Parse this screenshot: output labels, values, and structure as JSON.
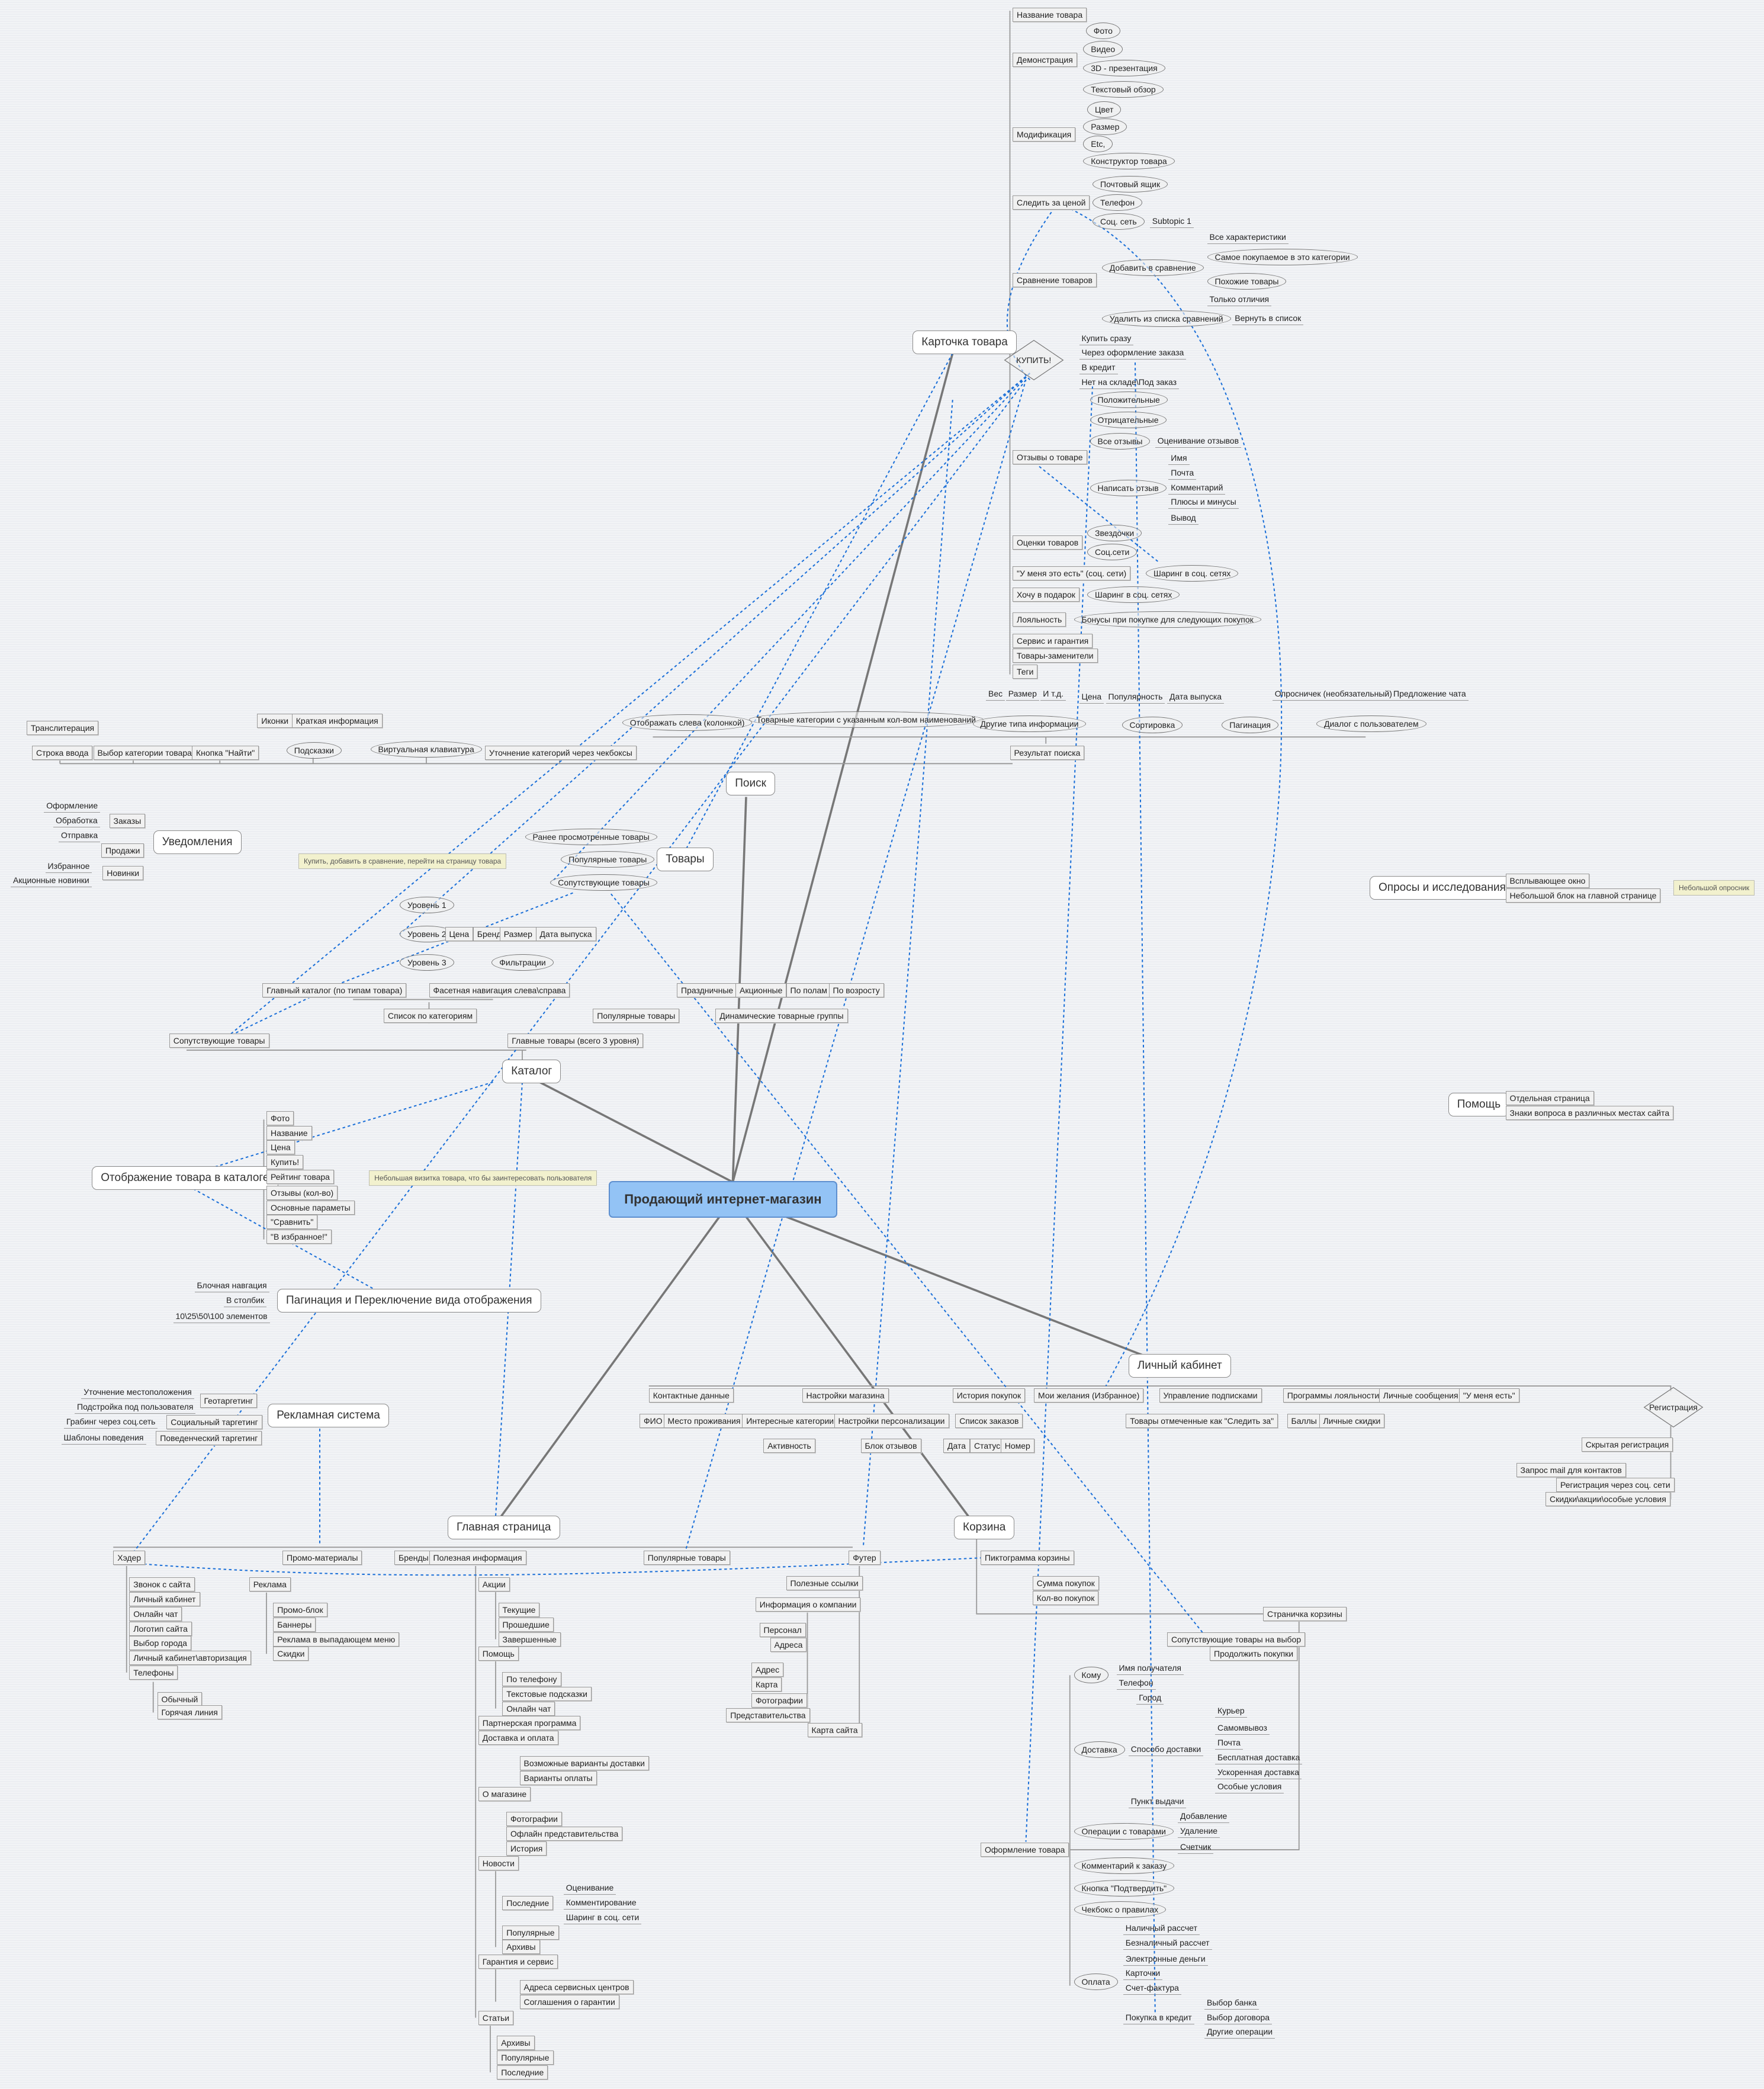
{
  "central": "Продающий интернет-магазин",
  "colors": {
    "central_fill": "#93c3f5",
    "relation_line": "#1a6fd8",
    "branch_line": "#777777",
    "note_fill": "#f2f1ce"
  },
  "card": {
    "nodes": [
      "Карточка товара",
      "Название товара",
      "Демонстрация",
      "Фото",
      "Видео",
      "3D - презентация",
      "Текстовый обзор",
      "Модификация",
      "Цвет",
      "Размер",
      "Etc,",
      "Конструктор товара",
      "Следить за ценой",
      "Почтовый ящик",
      "Телефон",
      "Соц. сеть",
      "Subtopic 1",
      "Сравнение товаров",
      "Добавить в сравнение",
      "Все характеристики",
      "Самое покупаемое в это категории",
      "Похожие товары",
      "Только отличия",
      "Удалить из списка сравнений",
      "Вернуть в список",
      "КУПИТЬ!",
      "Купить сразу",
      "Через оформление заказа",
      "В кредит",
      "Нет на складе\\Под заказ",
      "Положительные",
      "Отрицательные",
      "Все отзывы",
      "Оценивание отзывов",
      "Отзывы о товаре",
      "Написать отзыв",
      "Имя",
      "Почта",
      "Комментарий",
      "Плюсы и минусы",
      "Вывод",
      "Оценки товаров",
      "Звездочки",
      "Соц.сети",
      "\"У меня это есть\" (соц. сети)",
      "Шаринг в соц. сетях",
      "Хочу в подарок",
      "Шаринг в соц. сетях",
      "Лояльность",
      "Бонусы при покупке для следующих покупок",
      "Сервис и гарантия",
      "Товары-заменители",
      "Теги"
    ]
  },
  "search": {
    "nodes": [
      "Поиск",
      "Транслитерация",
      "Строка ввода",
      "Выбор категории товара",
      "Кнопка \"Найти\"",
      "Иконки",
      "Краткая информация",
      "Подсказки",
      "Виртуальная клавиатура",
      "Уточнение категорий через чекбоксы",
      "Отображать слева (колонкой)",
      "Товарные категории с указанным кол-вом наименований",
      "Вес",
      "Размер",
      "И т.д.",
      "Другие типа информации",
      "Цена",
      "Популярность",
      "Дата выпуска",
      "Сортировка",
      "Пагинация",
      "Опросничек (необязательный)",
      "Предложение чата",
      "Диалог с пользователем",
      "Результат поиска"
    ]
  },
  "notify": {
    "nodes": [
      "Уведомления",
      "Заказы",
      "Продажи",
      "Новинки",
      "Оформление",
      "Обработка",
      "Отправка",
      "Избранное",
      "Акционные новинки"
    ]
  },
  "goods": {
    "nodes": [
      "Товары",
      "Ранее просмотренные товары",
      "Популярные товары",
      "Сопутствующие товары",
      "Купить, добавить в сравнение, перейти на страницу товара"
    ]
  },
  "catalog": {
    "nodes": [
      "Каталог",
      "Уровень 1",
      "Уровень 2",
      "Уровень 3",
      "Цена",
      "Бренд",
      "Размер",
      "Дата выпуска",
      "Фильтрации",
      "Главный каталог (по типам товара)",
      "Фасетная навигация слева\\справа",
      "Список по категориям",
      "Популярные товары",
      "Праздничные",
      "Акционные",
      "По полам",
      "По возросту",
      "Динамические товарные группы",
      "Сопутствующие товары",
      "Главные товары (всего 3 уровня)"
    ]
  },
  "display": {
    "nodes": [
      "Отображение товара в каталоге",
      "Фото",
      "Название",
      "Цена",
      "Купить!",
      "Рейтинг товара",
      "Отзывы (кол-во)",
      "Основные параметы",
      "\"Сравнить\"",
      "\"В избранное!\"",
      "Небольшая визитка товара, что бы заинтересовать пользователя"
    ]
  },
  "pagination": {
    "nodes": [
      "Пагинация и Переключение вида отображения",
      "Блочная навгация",
      "В столбик",
      "10\\25\\50\\100 элементов"
    ]
  },
  "ads": {
    "nodes": [
      "Рекламная система",
      "Геотаргетинг",
      "Социальный таргетинг",
      "Поведенческий таргетинг",
      "Уточнение местоположения",
      "Подстройка под пользователя",
      "Грабинг через соц.сеть",
      "Шаблоны поведения"
    ]
  },
  "home": {
    "nodes": [
      "Главная страница",
      "Хэдер",
      "Промо-материалы",
      "Бренды",
      "Полезная информация",
      "Популярные товары",
      "Футер",
      "Звонок с сайта",
      "Личный кабинет",
      "Онлайн чат",
      "Логотип сайта",
      "Выбор города",
      "Личный кабинет\\авторизация",
      "Телефоны",
      "Обычный",
      "Горячая линия",
      "Реклама",
      "Промо-блок",
      "Баннеры",
      "Реклама в выпадающем меню",
      "Скидки",
      "Акции",
      "Текущие",
      "Прошедшие",
      "Завершенные",
      "Помощь",
      "По телефону",
      "Текстовые подсказки",
      "Онлайн чат",
      "Партнерская программа",
      "Доставка и оплата",
      "Возможные варианты доставки",
      "Варианты оплаты",
      "О магазине",
      "Фотографии",
      "Офлайн представительства",
      "История",
      "Новости",
      "Последние",
      "Оценивание",
      "Комментирование",
      "Шаринг в соц. сети",
      "Популярные",
      "Архивы",
      "Гарантия и сервис",
      "Адреса сервисных центров",
      "Соглашения о гарантии",
      "Статьи",
      "Архивы",
      "Популярные",
      "Последние",
      "Полезные ссылки",
      "Информация о компании",
      "Персонал",
      "Адреса",
      "Адрес",
      "Карта",
      "Фотографии",
      "Представительства",
      "Карта сайта"
    ]
  },
  "cart": {
    "nodes": [
      "Корзина",
      "Пиктограмма корзины",
      "Сумма покупок",
      "Кол-во покупок",
      "Страничка корзины",
      "Сопутствующие товары на выбор",
      "Продолжить покупки",
      "Оформление товара",
      "Кому",
      "Имя получателя",
      "Телефон",
      "Доставка",
      "Город",
      "Способо доставки",
      "Курьер",
      "Самомвывоз",
      "Почта",
      "Бесплатная доставка",
      "Ускоренная доставка",
      "Особые условия",
      "Пункт выдачи",
      "Операции с товарами",
      "Добавление",
      "Удаление",
      "Счетчик",
      "Комментарий к заказу",
      "Кнопка \"Подтвердить\"",
      "Чекбокс о правилах",
      "Оплата",
      "Наличный рассчет",
      "Безналичный рассчет",
      "Электронные деньги",
      "Карточки",
      "Счет-фактура",
      "Покупка в кредит",
      "Выбор банка",
      "Выбор договора",
      "Другие операции"
    ]
  },
  "account": {
    "nodes": [
      "Личный кабинет",
      "Контактные данные",
      "Настройки магазина",
      "История покупок",
      "Мои желания (Избранное)",
      "Управление подписками",
      "Программы лояльности",
      "Личные сообщения",
      "\"У меня есть\"",
      "ФИО",
      "Место проживания",
      "Интересные категории",
      "Настройки персонализации",
      "Список заказов",
      "Товары отмеченные как \"Следить за\"",
      "Баллы",
      "Личные скидки",
      "Активность",
      "Блок отзывов",
      "Дата",
      "Статус",
      "Номер",
      "Регистрация",
      "Скрытая регистрация",
      "Запрос mail для контактов",
      "Регистрация через соц. сети",
      "Скидки\\акции\\особые условия"
    ]
  },
  "surveys": {
    "nodes": [
      "Опросы и исследования",
      "Всплывающее окно",
      "Небольшой блок на главной странице",
      "Небольшой опросник"
    ]
  },
  "help": {
    "nodes": [
      "Помощь",
      "Отдельная страница",
      "Знаки вопроса в различных местах сайта"
    ]
  }
}
